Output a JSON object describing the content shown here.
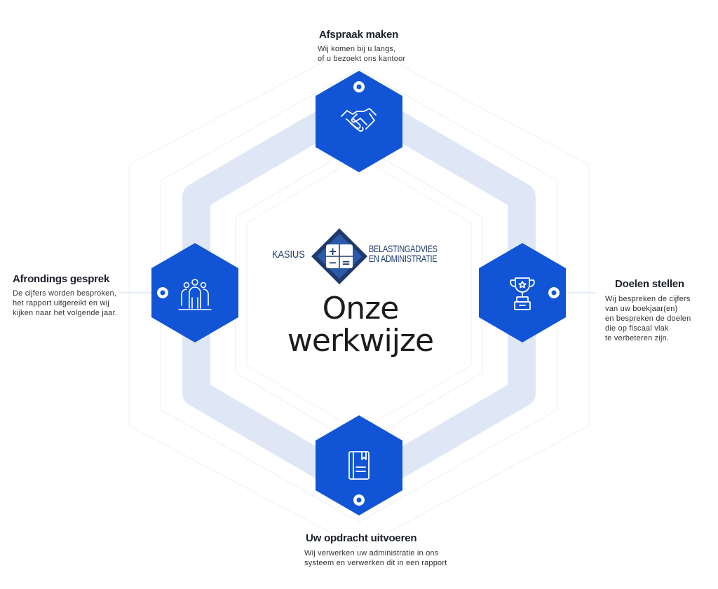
{
  "brand": {
    "name": "KASIUS",
    "tagline_line1": "BELASTINGADVIES",
    "tagline_line2": "EN ADMINISTRATIE",
    "logo_symbols": [
      "+",
      "=",
      "−"
    ]
  },
  "center": {
    "line1": "Onze",
    "line2": "werkwijze"
  },
  "steps": {
    "top": {
      "title": "Afspraak maken",
      "lines": [
        "Wij komen bij u langs,",
        "of u bezoekt ons kantoor"
      ],
      "icon": "handshake-icon"
    },
    "right": {
      "title": "Doelen stellen",
      "lines": [
        "Wij bespreken de cijfers",
        "van uw boekjaar(en)",
        "en bespreken de doelen",
        "die op fiscaal vlak",
        "te verbeteren zijn."
      ],
      "icon": "trophy-icon"
    },
    "bottom": {
      "title": "Uw opdracht uitvoeren",
      "lines": [
        "Wij verwerken uw administratie in ons",
        "systeem en verwerken dit in een rapport"
      ],
      "icon": "book-icon"
    },
    "left": {
      "title": "Afrondings gesprek",
      "lines": [
        "De cijfers worden besproken,",
        "het rapport uitgereikt en wij",
        "kijken naar het volgende jaar."
      ],
      "icon": "people-icon"
    }
  },
  "colors": {
    "primary_blue": "#1155d6",
    "ring_blue": "#dfe7f6",
    "outline_grey": "#eceef2",
    "logo_navy": "#1e3a6e"
  }
}
